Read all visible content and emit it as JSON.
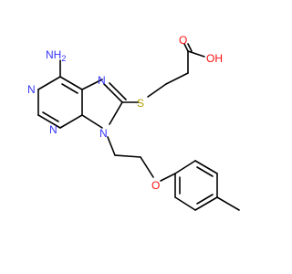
{
  "molecule": {
    "atoms": {
      "nh2": {
        "text": "NH",
        "sub": "2",
        "color": "#3333ff"
      },
      "n1": {
        "text": "N",
        "color": "#3333ff"
      },
      "n3": {
        "text": "N",
        "color": "#3333ff"
      },
      "n7": {
        "text": "N",
        "color": "#3333ff"
      },
      "n9": {
        "text": "N",
        "color": "#3333ff"
      },
      "s": {
        "text": "S",
        "color": "#b2a000"
      },
      "o_carbonyl": {
        "text": "O",
        "color": "#ff0d0d"
      },
      "oh": {
        "text": "OH",
        "color": "#ff0d0d"
      },
      "o_ether": {
        "text": "O",
        "color": "#ff0d0d"
      }
    },
    "bond_color": "#000000"
  }
}
